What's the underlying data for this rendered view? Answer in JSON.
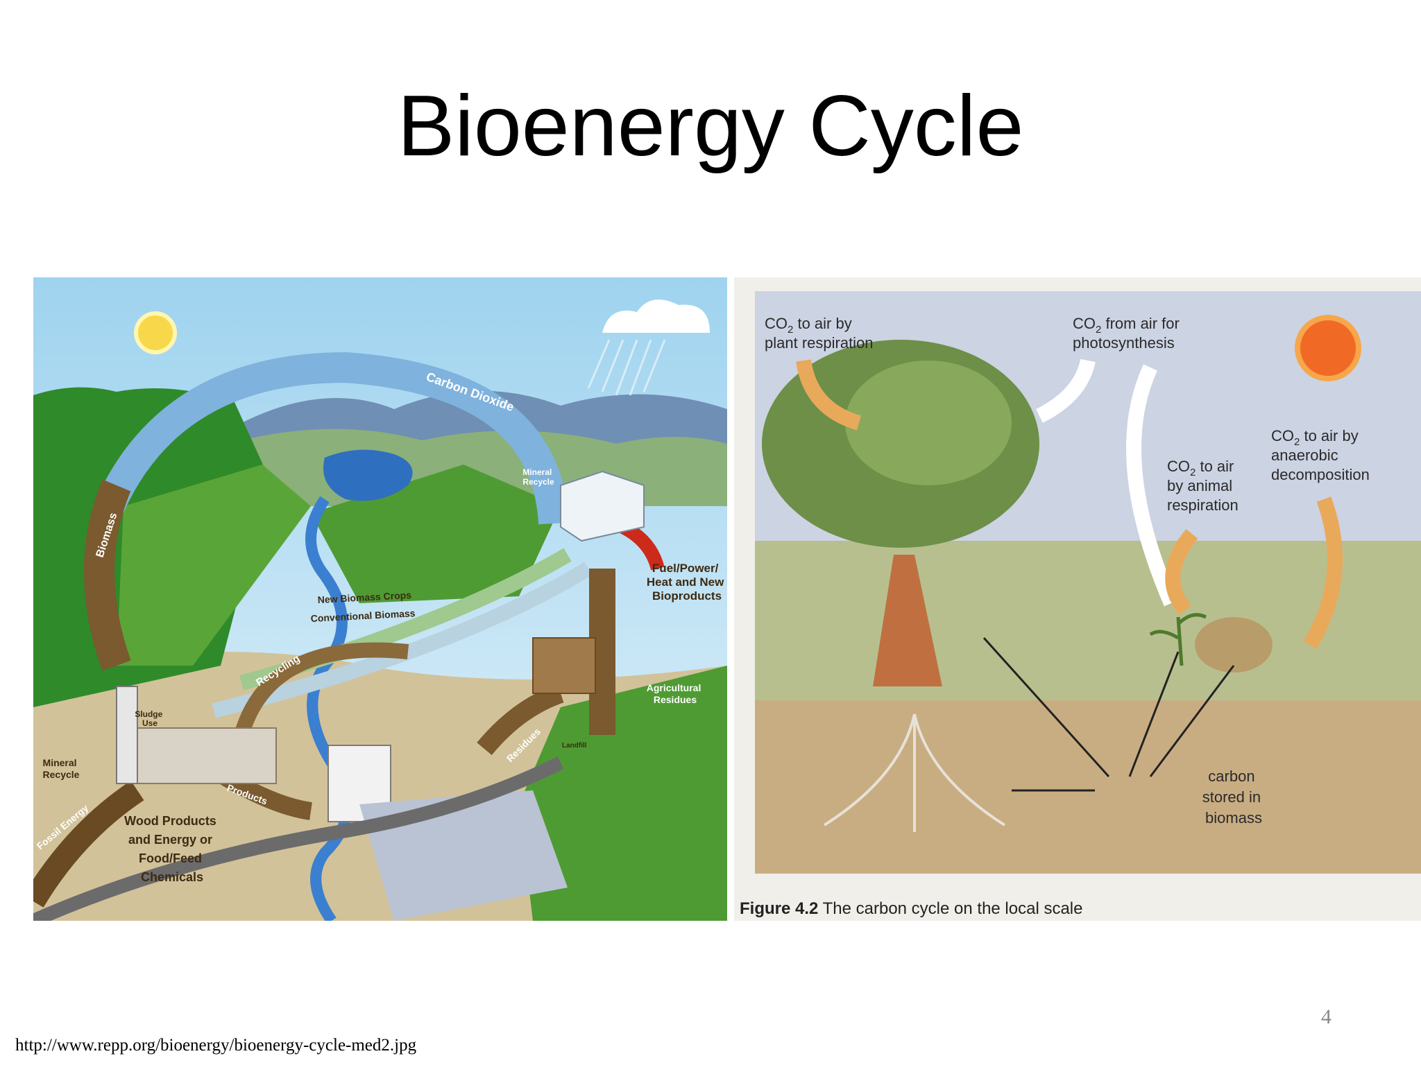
{
  "slide": {
    "title": "Bioenergy Cycle",
    "source_url": "http://www.repp.org/bioenergy/bioenergy-cycle-med2.jpg",
    "page_number": "4"
  },
  "left_diagram": {
    "labels": {
      "carbon_dioxide": "Carbon Dioxide",
      "biomass": "Biomass",
      "mineral_recycle_top_1": "Mineral",
      "mineral_recycle_top_2": "Recycle",
      "fuel_power_1": "Fuel/Power/",
      "fuel_power_2": "Heat and New",
      "fuel_power_3": "Bioproducts",
      "new_biomass_crops": "New Biomass Crops",
      "conventional_biomass": "Conventional Biomass",
      "recycling": "Recycling",
      "agricultural_residues_1": "Agricultural",
      "agricultural_residues_2": "Residues",
      "sludge_use_1": "Sludge",
      "sludge_use_2": "Use",
      "mineral_recycle_left_1": "Mineral",
      "mineral_recycle_left_2": "Recycle",
      "residues": "Residues",
      "landfill": "Landfill",
      "products": "Products",
      "fossil_energy": "Fossil Energy",
      "wood_products_1": "Wood Products",
      "wood_products_2": "and Energy or",
      "wood_products_3": "Food/Feed",
      "wood_products_4": "Chemicals"
    }
  },
  "right_diagram": {
    "labels": {
      "plant_resp_1": "CO",
      "plant_resp_1b": " to air by",
      "plant_resp_2": "plant respiration",
      "photo_1": "CO",
      "photo_1b": " from air for",
      "photo_2": "photosynthesis",
      "anaerobic_1": "CO",
      "anaerobic_1b": " to air by",
      "anaerobic_2": "anaerobic",
      "anaerobic_3": "decomposition",
      "animal_1": "CO",
      "animal_1b": " to air",
      "animal_2": "by animal",
      "animal_3": "respiration",
      "carbon_1": "carbon",
      "carbon_2": "stored in",
      "carbon_3": "biomass",
      "subscript_2": "2"
    },
    "caption": {
      "figure": "Figure 4.2",
      "text": " The carbon cycle on the local scale"
    }
  },
  "colors": {
    "sky": "#bfe3f5",
    "forest": "#2f8a2a",
    "ground": "#d2c29a",
    "arrow_brown": "#7a5a2e",
    "arrow_blue": "#7fb2dc",
    "arrow_orange": "#e8a95a",
    "red_arrow": "#cc2a1a"
  }
}
